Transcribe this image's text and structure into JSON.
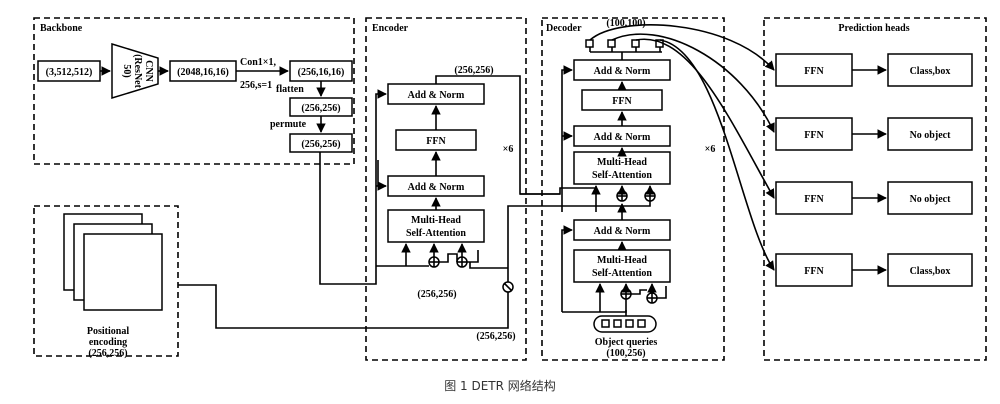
{
  "caption": "图 1   DETR 网络结构",
  "backbone": {
    "title": "Backbone",
    "input": "(3,512,512)",
    "cnn_line1": "CNN",
    "cnn_line2": "(ResNet",
    "cnn_line3": "50)",
    "feature": "(2048,16,16)",
    "conv_line1": "Con1×1,",
    "conv_line2": "256,s=1",
    "reduced": "(256,16,16)",
    "flatten_label": "flatten",
    "flat": "(256,256)",
    "permute_label": "permute",
    "permuted": "(256,256)"
  },
  "positional": {
    "line1": "Positional",
    "line2": "encoding",
    "line3": "(256,256)"
  },
  "encoder": {
    "title": "Encoder",
    "top_shape": "(256,256)",
    "add_norm_top": "Add & Norm",
    "ffn": "FFN",
    "add_norm_bottom": "Add & Norm",
    "mhsa_line1": "Multi-Head",
    "mhsa_line2": "Self-Attention",
    "repeat": "×6",
    "bottom_shape": "(256,256)",
    "pos_shape": "(256,256)"
  },
  "decoder": {
    "title": "Decoder",
    "top_shape": "(100,100)",
    "add_norm_1": "Add & Norm",
    "ffn": "FFN",
    "add_norm_2": "Add & Norm",
    "mhsa1_line1": "Multi-Head",
    "mhsa1_line2": "Self-Attention",
    "add_norm_3": "Add & Norm",
    "mhsa2_line1": "Multi-Head",
    "mhsa2_line2": "Self-Attention",
    "repeat": "×6",
    "queries_label": "Object queries",
    "queries_shape": "(100,256)"
  },
  "heads": {
    "title": "Prediction heads",
    "rows": [
      {
        "ffn": "FFN",
        "output": "Class,box"
      },
      {
        "ffn": "FFN",
        "output": "No object"
      },
      {
        "ffn": "FFN",
        "output": "No object"
      },
      {
        "ffn": "FFN",
        "output": "Class,box"
      }
    ]
  }
}
